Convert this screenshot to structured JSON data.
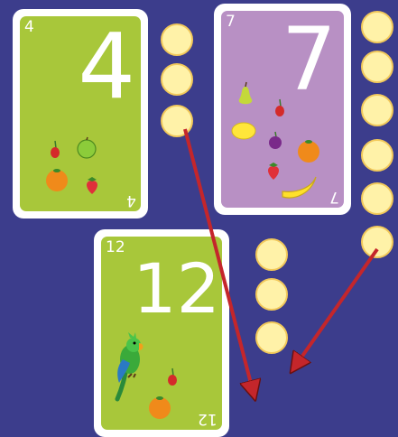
{
  "cards": [
    {
      "id": "card-4",
      "value": "4",
      "color": "#a8c73a"
    },
    {
      "id": "card-7",
      "value": "7",
      "color": "#b890c4"
    },
    {
      "id": "card-12",
      "value": "12",
      "color": "#a8c73a"
    }
  ],
  "tokens": {
    "card4_count": 3,
    "card7_count": 6,
    "card12_count": 3
  },
  "icons": {
    "card4": [
      "cherry-icon",
      "apple-icon",
      "orange-icon",
      "strawberry-icon"
    ],
    "card7": [
      "pear-icon",
      "cherry-icon",
      "lemon-icon",
      "plum-icon",
      "orange-icon",
      "strawberry-icon",
      "banana-icon"
    ],
    "card12": [
      "parrot-icon",
      "cherry-icon",
      "orange-icon"
    ]
  },
  "colors": {
    "background": "#3c3d8c",
    "token_fill": "#fff2a8",
    "arrow": "#c4262b"
  }
}
